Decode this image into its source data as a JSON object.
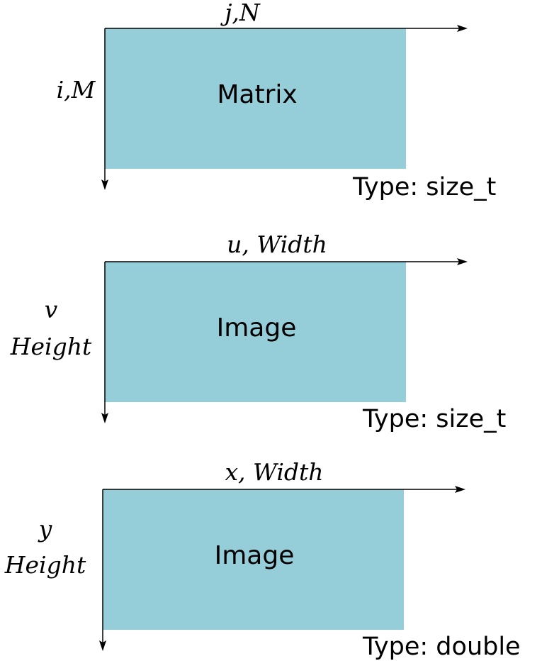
{
  "colors": {
    "rect_fill": "#95cdd9",
    "axis": "#000000",
    "text": "#000000"
  },
  "panels": [
    {
      "name": "Matrix",
      "horizontal_axis": "j,N",
      "vertical_axis_line1": "i,M",
      "vertical_axis_line2": "",
      "type_label": "Type: size_t"
    },
    {
      "name": "Image",
      "horizontal_axis": "u, Width",
      "vertical_axis_line1": "v",
      "vertical_axis_line2": "Height",
      "type_label": "Type: size_t"
    },
    {
      "name": "Image",
      "horizontal_axis": "x, Width",
      "vertical_axis_line1": "y",
      "vertical_axis_line2": "Height",
      "type_label": "Type: double"
    }
  ]
}
